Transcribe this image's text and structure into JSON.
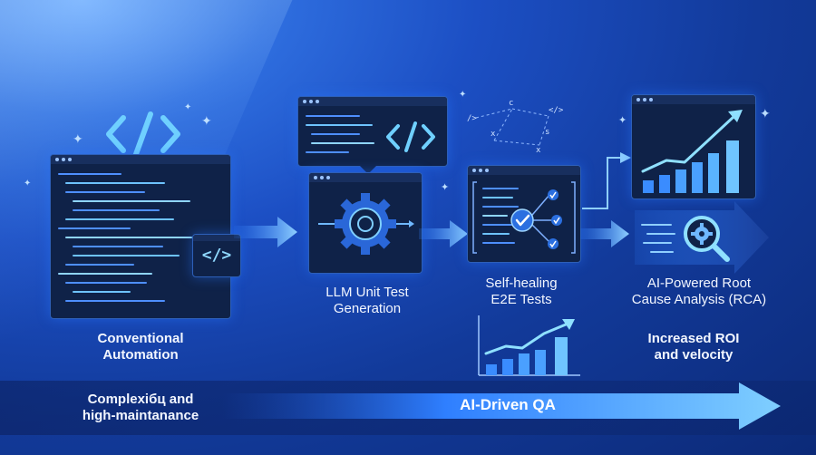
{
  "stages": [
    {
      "line1": "Conventional",
      "line2": "Automation"
    },
    {
      "line1": "LLM Unit Test",
      "line2": "Generation"
    },
    {
      "line1": "Self-healing",
      "line2": "E2E Tests"
    },
    {
      "line1": "AI-Powered Root",
      "line2": "Cause Analysis (RCA)"
    }
  ],
  "outcome": {
    "line1": "Increased ROI",
    "line2": "and velocity"
  },
  "problem": {
    "line1": "Complexiбц and",
    "line2": "high-maintanance"
  },
  "banner": "AI-Driven QA",
  "code_tag": "</>",
  "icons": [
    "code-brackets-icon",
    "gear-ai-icon",
    "check-network-icon",
    "bar-chart-icon",
    "magnifier-gear-icon"
  ],
  "colors": {
    "accent": "#3aa0ff",
    "glow": "#7fd0ff",
    "panel": "#0f2248"
  }
}
